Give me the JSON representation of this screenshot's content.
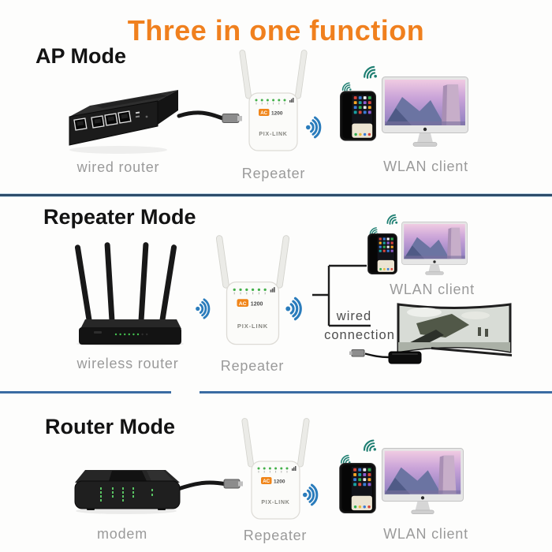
{
  "title": {
    "text": "Three in one function"
  },
  "sections": {
    "ap": {
      "heading": "AP Mode",
      "source_label": "wired router",
      "repeater_label": "Repeater",
      "client_label": "WLAN client"
    },
    "repeater": {
      "heading": "Repeater Mode",
      "source_label": "wireless router",
      "repeater_label": "Repeater",
      "client_label": "WLAN client",
      "wired_note_line1": "wired",
      "wired_note_line2": "connection"
    },
    "router": {
      "heading": "Router Mode",
      "source_label": "modem",
      "repeater_label": "Repeater",
      "client_label": "WLAN client"
    }
  },
  "repeater_device": {
    "brand": "PIX-LINK",
    "badge": "AC",
    "model": "1200"
  },
  "icons": {
    "wifi_large": "wifi-signal-icon",
    "wifi_small": "wifi-waves-icon"
  },
  "colors": {
    "title_orange": "#f0801e",
    "heading_black": "#131313",
    "label_gray": "#9a9a9a",
    "divider_navy": "#2e4d6b",
    "divider_blue": "#3a6ca3",
    "wifi_large_blue": "#2a7cbc",
    "wifi_small_teal": "#1f7f72",
    "led_green": "#43c14f",
    "badge_orange": "#f08519"
  }
}
